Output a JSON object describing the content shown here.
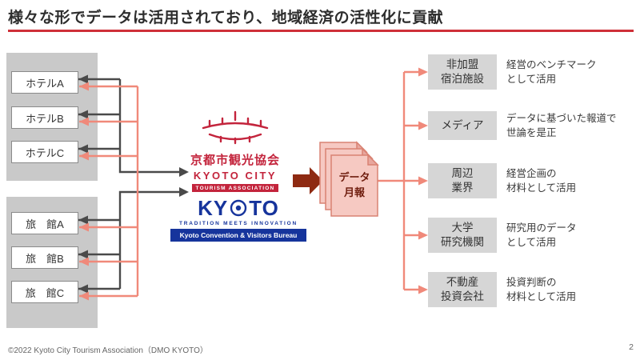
{
  "title": "様々な形でデータは活用されており、地域経済の活性化に貢献",
  "sources": {
    "hotels": [
      {
        "label": "ホテルA"
      },
      {
        "label": "ホテルB"
      },
      {
        "label": "ホテルC"
      }
    ],
    "ryokans": [
      {
        "label": "旅　館A"
      },
      {
        "label": "旅　館B"
      },
      {
        "label": "旅　館C"
      }
    ]
  },
  "center": {
    "association_logo": {
      "name_jp": "京都市観光協会",
      "name_en": "KYOTO CITY",
      "subtitle_en": "TOURISM ASSOCIATION"
    },
    "cvb_logo": {
      "word_left": "KY",
      "word_right": "TO",
      "tagline": "TRADITION MEETS INNOVATION",
      "bureau": "Kyoto Convention & Visitors Bureau"
    },
    "report": {
      "line1": "データ",
      "line2": "月報"
    }
  },
  "recipients": [
    {
      "label1": "非加盟",
      "label2": "宿泊施設",
      "desc1": "経営のベンチマーク",
      "desc2": "として活用"
    },
    {
      "label1": "メディア",
      "label2": "",
      "desc1": "データに基づいた報道で",
      "desc2": "世論を是正"
    },
    {
      "label1": "周辺",
      "label2": "業界",
      "desc1": "経営企画の",
      "desc2": "材料として活用"
    },
    {
      "label1": "大学",
      "label2": "研究機関",
      "desc1": "研究用のデータ",
      "desc2": "として活用"
    },
    {
      "label1": "不動産",
      "label2": "投資会社",
      "desc1": "投資判断の",
      "desc2": "材料として活用"
    }
  ],
  "footer": {
    "copyright": "©2022 Kyoto City Tourism Association（DMO KYOTO）",
    "page": "2"
  },
  "colors": {
    "accent_red": "#cf3038",
    "salmon": "#f0897a",
    "dark_arrow": "#4a4a4a",
    "block_arrow_maroon": "#8e2a12",
    "logo_red": "#c3243c",
    "logo_blue": "#16349c",
    "panel_gray": "#c9c9c9",
    "recipient_gray": "#d6d6d6",
    "report_pink": "#f6c9c2"
  }
}
